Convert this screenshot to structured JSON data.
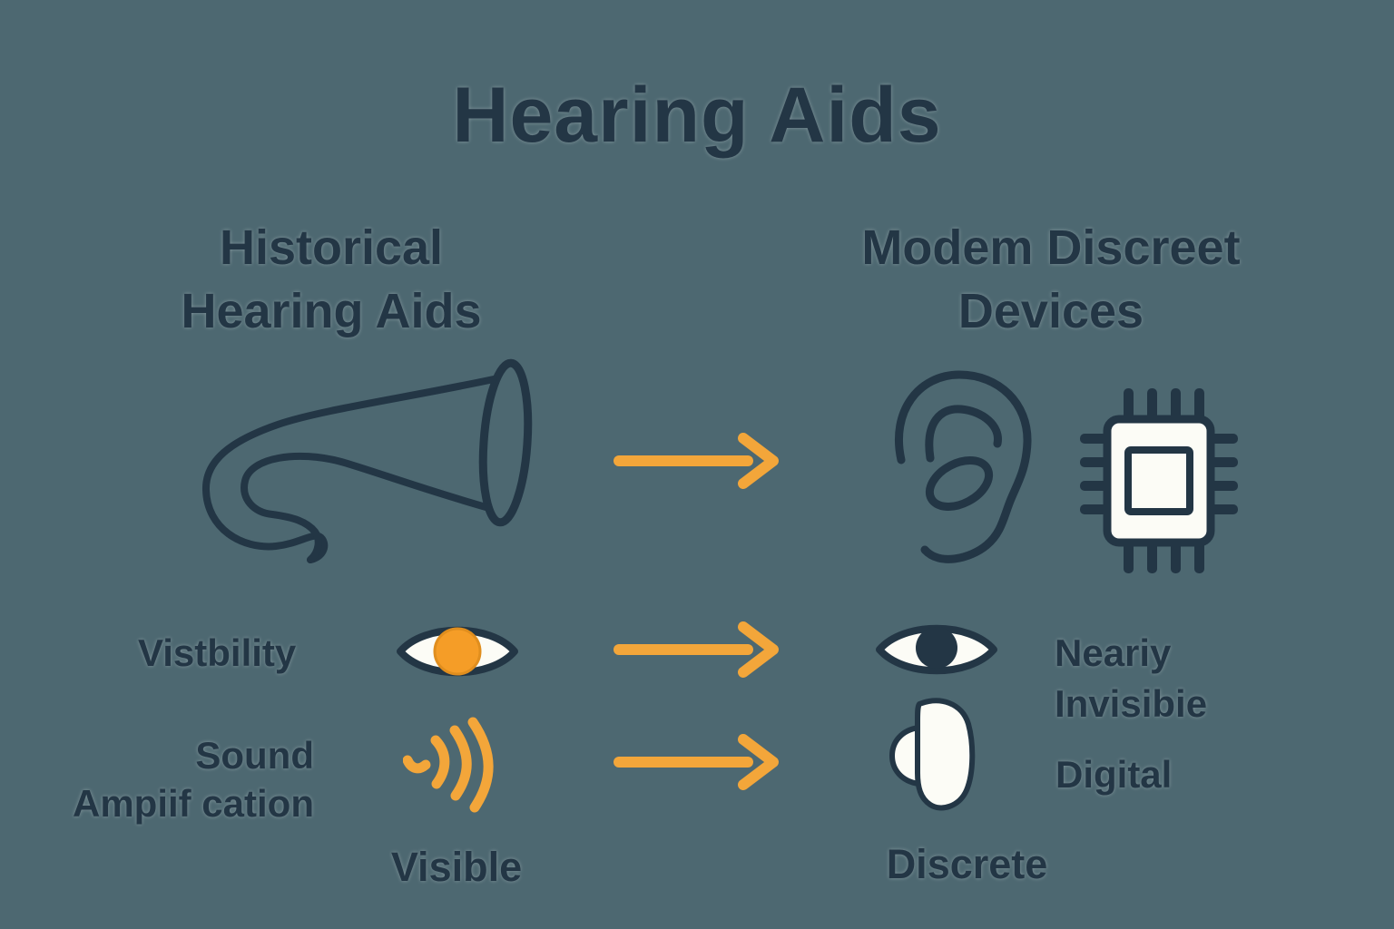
{
  "palette": {
    "background": "#4d6871",
    "ink": "#233645",
    "accent_orange": "#f3a63a",
    "iris_orange": "#f59d27",
    "iris_edge": "#e08e1e",
    "paper_white": "#fcfcf6"
  },
  "title": "Hearing Aids",
  "left_column": {
    "heading_line1": "Historical",
    "heading_line2": "Hearing Aids",
    "visibility_label": "Vistbility",
    "sound_label_line1": "Sound",
    "sound_label_line2": "Ampiif cation",
    "footer_label": "Visible"
  },
  "right_column": {
    "heading_line1": "Modem Discreet",
    "heading_line2": "Devices",
    "visibility_label_line1": "Neariy",
    "visibility_label_line2": "Invisibie",
    "sound_label": "Digital",
    "footer_label": "Discrete"
  },
  "icons": {
    "ear_trumpet": "ear-trumpet-icon",
    "ear_outline": "ear-icon",
    "microchip": "microchip-icon",
    "eye_visible": "eye-orange-iris-icon",
    "eye_discreet": "eye-dark-pupil-icon",
    "sound_waves": "sound-waves-icon",
    "hearing_aid_device": "in-ear-hearing-aid-icon",
    "transition_arrow": "right-arrow-icon"
  }
}
